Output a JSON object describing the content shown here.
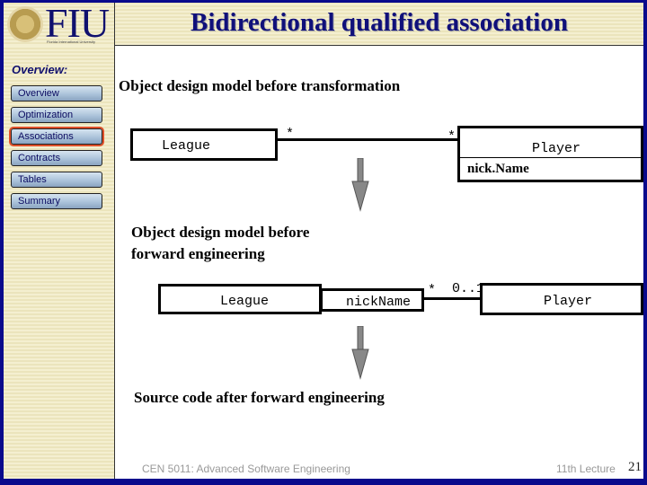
{
  "header": {
    "logo_text": "FIU",
    "logo_subtitle": "Florida International University",
    "title": "Bidirectional qualified association"
  },
  "sidebar": {
    "heading": "Overview:",
    "items": [
      {
        "label": "Overview"
      },
      {
        "label": "Optimization"
      },
      {
        "label": "Associations",
        "active": true
      },
      {
        "label": "Contracts"
      },
      {
        "label": "Tables"
      },
      {
        "label": "Summary"
      }
    ]
  },
  "main": {
    "section1": "Object design model before transformation",
    "d1": {
      "left": "League",
      "right": "Player",
      "left_mult": "*",
      "right_mult": "*",
      "qualifier": "nick.Name"
    },
    "section2_line1": "Object design model before",
    "section2_line2": "forward engineering",
    "d2": {
      "left": "League",
      "qualifier": "nickName",
      "left_mult": "*",
      "right_mult": "0..1",
      "right": "Player"
    },
    "section3": "Source code after forward engineering"
  },
  "footer": {
    "course": "CEN 5011: Advanced Software Engineering",
    "lecture": "11th Lecture",
    "page": "21"
  },
  "colors": {
    "border": "#0a0a8c",
    "title": "#10107a",
    "active_outline": "#e0502a"
  }
}
